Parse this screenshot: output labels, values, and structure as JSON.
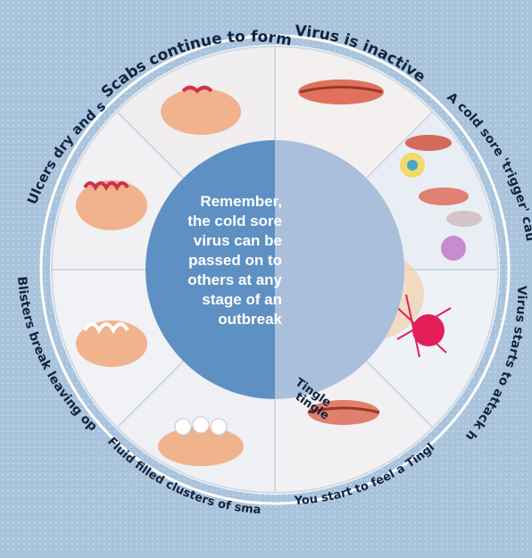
{
  "diagram": {
    "center_note": [
      "Remember,",
      "the cold sore",
      "virus can be",
      "passed on to",
      "others at any",
      "stage of an",
      "outbreak"
    ],
    "stages": [
      {
        "id": "inactive",
        "label": "Virus is inactive"
      },
      {
        "id": "trigger",
        "label": "A cold sore 'trigger' causes the virus to become active"
      },
      {
        "id": "attack",
        "label": "Virus starts to attack healthy cells"
      },
      {
        "id": "tingle",
        "label": "You start to feel a Tingle, tightness, itching, swelling"
      },
      {
        "id": "blisters",
        "label": "Fluid filled clusters of small blisters appear"
      },
      {
        "id": "break",
        "label": "Blisters break leaving open ulcers"
      },
      {
        "id": "ulcers",
        "label": "Ulcers dry and scab over"
      },
      {
        "id": "scabs",
        "label": "Scabs continue to form and flake off"
      }
    ],
    "tingle_text": [
      "Tingle",
      "tingle"
    ],
    "colors": {
      "background": "#a9c3dd",
      "ring": "#ffffff",
      "center_left": "#5e90c4",
      "center_right": "#a9bfdc",
      "label": "#12243e"
    }
  }
}
